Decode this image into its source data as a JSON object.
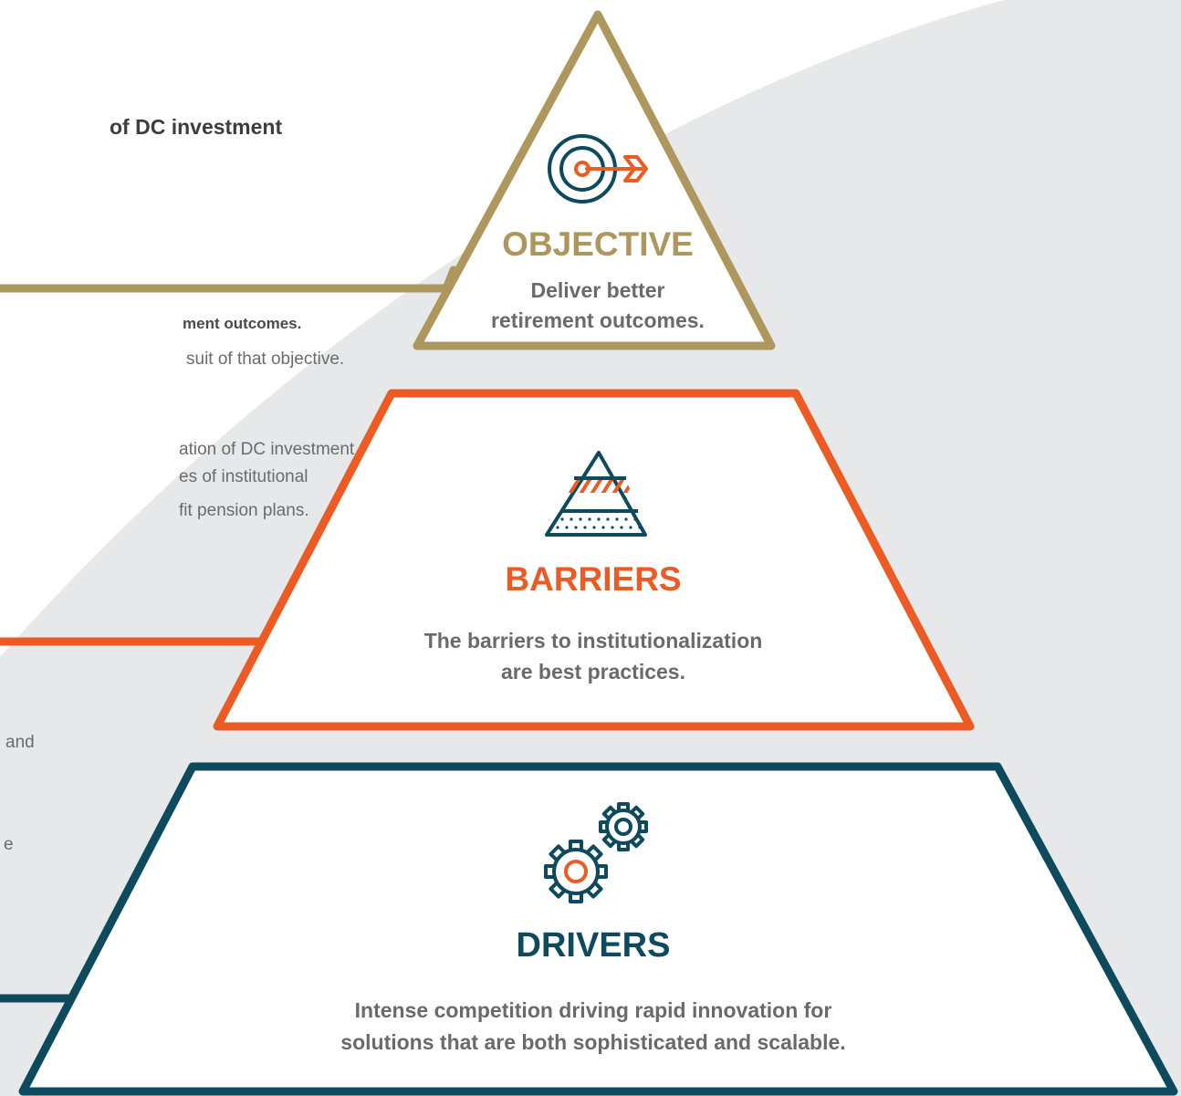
{
  "colors": {
    "objective": "#ad975c",
    "barriers": "#ec5b24",
    "drivers": "#0e4a5e",
    "background_swoosh": "#e7e8ea",
    "body_text": "#6b6b6b",
    "desc_text": "#6a6a6a"
  },
  "left_panel": {
    "heading": "of DC investment",
    "objective_text": {
      "line1": "ment outcomes.",
      "line2": "suit of that objective."
    },
    "barriers_text": {
      "line1": "ation of DC investment",
      "line2": "es of institutional",
      "line3": "fit pension plans."
    },
    "drivers_text": {
      "line1": "and",
      "line2": "e"
    }
  },
  "pyramid": {
    "objective": {
      "icon": "target-arrow-icon",
      "title": "OBJECTIVE",
      "desc_line1": "Deliver better",
      "desc_line2": "retirement outcomes."
    },
    "barriers": {
      "icon": "pyramid-layers-icon",
      "title": "BARRIERS",
      "desc_line1": "The barriers to institutionalization",
      "desc_line2": "are best practices."
    },
    "drivers": {
      "icon": "gears-icon",
      "title": "DRIVERS",
      "desc_line1": "Intense competition driving rapid innovation for",
      "desc_line2": "solutions that are both sophisticated and scalable."
    }
  }
}
